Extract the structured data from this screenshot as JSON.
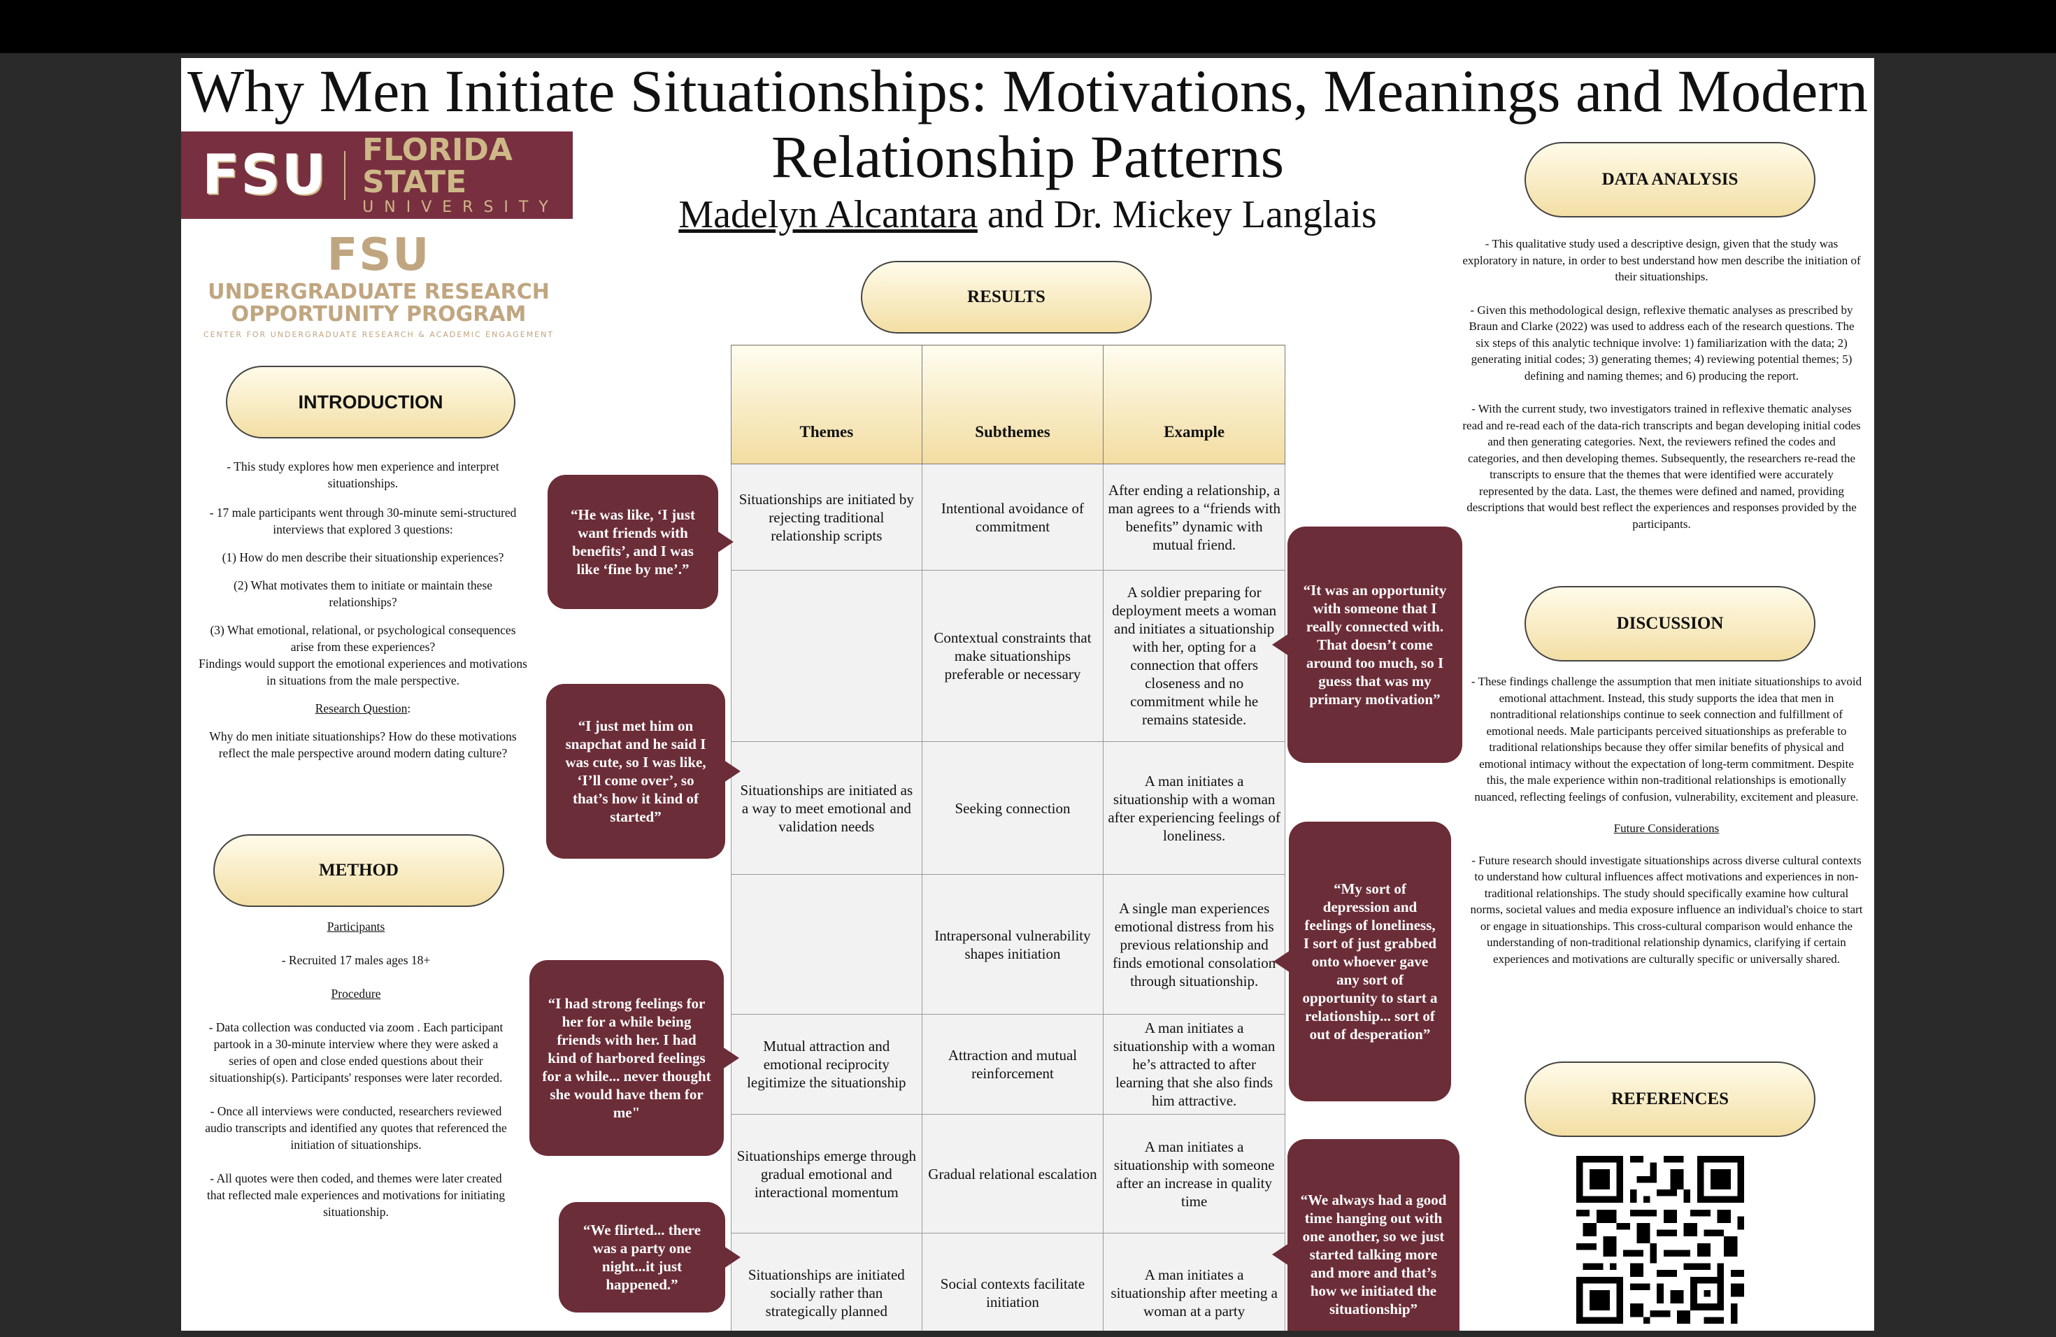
{
  "title": "Why Men Initiate Situationships: Motivations, Meanings and Modern Relationship Patterns",
  "authors": {
    "first": "Madelyn Alcantara",
    "rest": " and Dr. Mickey Langlais"
  },
  "logos": {
    "fsu_mark": "FSU",
    "fsu_name": "FLORIDA STATE",
    "fsu_univ": "UNIVERSITY",
    "urop_mark": "FSU",
    "urop_line1": "UNDERGRADUATE RESEARCH",
    "urop_line2": "OPPORTUNITY PROGRAM",
    "urop_line3": "CENTER FOR UNDERGRADUATE RESEARCH & ACADEMIC ENGAGEMENT"
  },
  "introduction": {
    "heading": "INTRODUCTION",
    "p1": "- This study explores how men experience and interpret situationships.",
    "p2": "- 17 male participants went through 30-minute semi-structured interviews that explored 3 questions:",
    "q1": "(1) How do men describe their situationship experiences?",
    "q2": "(2) What motivates them to initiate or maintain these relationships?",
    "q3": "(3) What emotional, relational, or psychological consequences arise from these experiences?",
    "p3": "Findings would support the emotional experiences and motivations in situations from the male perspective.",
    "rq_label": "Research Question",
    "rq_colon": ":",
    "rq": "Why do men initiate situationships? How do these motivations reflect the male perspective around modern dating culture?"
  },
  "method": {
    "heading": "METHOD",
    "participants_label": "Participants",
    "participants": "-     Recruited 17 males ages 18+",
    "procedure_label": "Procedure",
    "p1": "-     Data collection was conducted via zoom . Each participant partook in a 30-minute interview where they were asked a series of open and close ended questions about their situationship(s). Participants' responses were later recorded.",
    "p2": "-     Once all interviews were conducted, researchers reviewed audio transcripts and identified any quotes that referenced the initiation of situationships.",
    "p3": "-     All quotes were then coded,  and themes were later created that reflected male experiences and motivations for initiating situationship."
  },
  "results": {
    "heading": "RESULTS",
    "columns": [
      "Themes",
      "Subthemes",
      "Example"
    ],
    "rows": [
      {
        "theme": "Situationships are initiated by rejecting traditional relationship scripts",
        "subtheme": "Intentional avoidance of commitment",
        "example": "After ending a relationship, a man agrees to a “friends with benefits” dynamic with mutual friend."
      },
      {
        "theme": "",
        "subtheme": "Contextual constraints that make situationships preferable or necessary",
        "example": "A soldier preparing for deployment  meets a woman and initiates a situationship with her, opting for a connection that offers closeness and no commitment while he remains stateside."
      },
      {
        "theme": "Situationships are initiated as a way to meet emotional and validation needs",
        "subtheme": "Seeking connection",
        "example": "A man initiates a situationship with a woman after experiencing feelings of loneliness."
      },
      {
        "theme": "",
        "subtheme": "Intrapersonal vulnerability shapes initiation",
        "example": "A single man experiences emotional distress from his previous relationship and finds emotional consolation through situationship."
      },
      {
        "theme": "Mutual attraction and emotional reciprocity legitimize the situationship",
        "subtheme": "Attraction and mutual reinforcement",
        "example": "A man initiates a situationship with a woman he’s attracted to after learning that she also finds him attractive."
      },
      {
        "theme": "Situationships emerge through gradual emotional and interactional momentum",
        "subtheme": "Gradual relational escalation",
        "example": "A man initiates a situationship with someone after an increase in quality time"
      },
      {
        "theme": "Situationships are initiated socially rather than strategically planned",
        "subtheme": "Social contexts facilitate initiation",
        "example": "A man initiates a situationship after meeting a woman at a party"
      }
    ]
  },
  "quotes": {
    "q1": "“He was like, ‘I just want friends with benefits’, and I was like ‘fine by me’.”",
    "q2": "“I just met him on snapchat and he said I was cute, so I was like, ‘I’ll come over’, so that’s how it kind of started”",
    "q3": "“I had strong feelings for her for a while being friends with her. I had kind of harbored feelings for a while... never thought she would have them for me\"",
    "q4": "“We flirted... there was a party one night...it just happened.”",
    "q5": "“It was an opportunity with someone that I really connected with. That doesn’t come around too much, so I guess that was my primary motivation”",
    "q6": "“My sort of depression and feelings of loneliness, I sort of just grabbed onto whoever gave any sort of opportunity to start a relationship... sort of out of desperation”",
    "q7": "“We always had a good time hanging out with one another, so we just started talking more and more and that’s how we initiated the situationship”"
  },
  "data_analysis": {
    "heading": "DATA ANALYSIS",
    "p1": "- This qualitative study used a descriptive design, given that the study was exploratory in nature, in order to best understand how men describe the initiation of their situationships.",
    "p2": "- Given this methodological design, reflexive thematic analyses as prescribed by Braun and Clarke (2022) was used to address each of the research questions. The six steps of this analytic technique involve: 1) familiarization with the data; 2) generating initial codes; 3) generating themes; 4) reviewing potential themes; 5) defining and naming themes; and 6) producing the report.",
    "p3": "- With the current study, two investigators trained in reflexive thematic analyses read and re-read each of the data-rich transcripts and began developing initial codes and then generating categories. Next, the reviewers refined the codes and categories, and then developing themes. Subsequently, the researchers re-read the transcripts to ensure that the themes that were identified were accurately represented by the data. Last, the themes were defined and named, providing descriptions that would best reflect the experiences and responses provided by the participants."
  },
  "discussion": {
    "heading": "DISCUSSION",
    "p1": "- These findings challenge the assumption that men initiate situationships to avoid emotional attachment. Instead, this study supports the idea that men in nontraditional relationships continue to seek connection and fulfillment of emotional needs. Male participants perceived situationships as preferable to traditional relationships because they offer similar benefits of physical and emotional intimacy without the expectation of long-term commitment. Despite this, the male experience within non-traditional relationships is emotionally nuanced, reflecting feelings of confusion, vulnerability, excitement and pleasure.",
    "future_label": "Future Considerations",
    "p2": "-     Future research should investigate situationships across diverse cultural contexts to understand how cultural influences affect motivations and experiences in non-traditional relationships. The study should specifically examine how cultural norms, societal values and media exposure influence an individual's choice to start or engage in situationships. This cross-cultural comparison would enhance the understanding of non-traditional relationship dynamics, clarifying if certain experiences and motivations are culturally specific or universally shared."
  },
  "references": {
    "heading": "REFERENCES",
    "qr_icon": "qr-code-icon"
  },
  "colors": {
    "maroon": "#782f40",
    "gold": "#ceb888",
    "bubble": "#6b2d37"
  }
}
